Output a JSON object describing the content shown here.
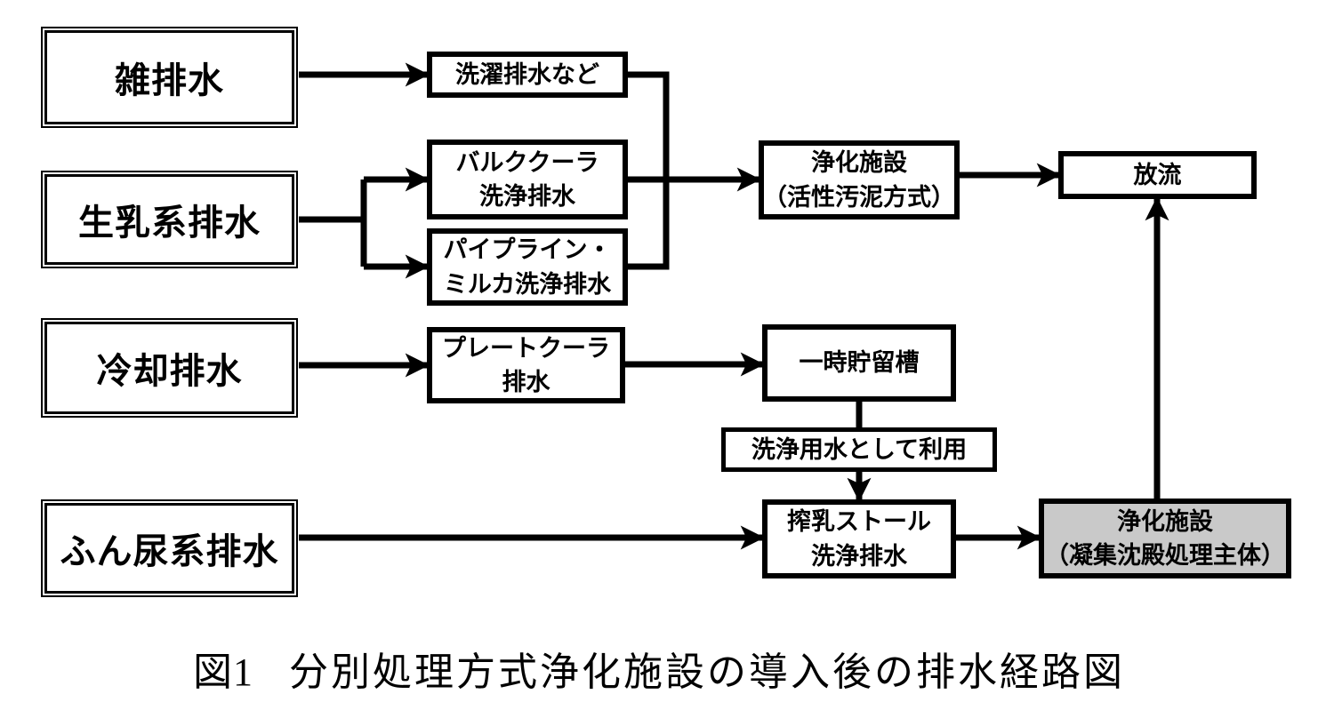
{
  "caption": {
    "prefix": "図1",
    "text": "分別処理方式浄化施設の導入後の排水経路図"
  },
  "colors": {
    "line": "#000000",
    "box_border": "#000000",
    "box_fill": "#ffffff",
    "highlight_fill": "#c9c9c9"
  },
  "nodes": {
    "misc": {
      "label": "雑排水"
    },
    "raw_milk": {
      "label": "生乳系排水"
    },
    "cooling": {
      "label": "冷却排水"
    },
    "manure": {
      "label": "ふん尿系排水"
    },
    "laundry": {
      "label": "洗濯排水など"
    },
    "bulk_cooler": {
      "line1": "バルククーラ",
      "line2": "洗浄排水"
    },
    "pipeline_milker": {
      "line1": "パイプライン・",
      "line2": "ミルカ洗浄排水"
    },
    "plate_cooler": {
      "line1": "プレートクーラ",
      "line2": "排水"
    },
    "purification_activated_sludge": {
      "line1": "浄化施設",
      "line2": "（活性汚泥方式）"
    },
    "discharge": {
      "label": "放流"
    },
    "storage_tank": {
      "label": "一時貯留槽"
    },
    "reuse": {
      "label": "洗浄用水として利用"
    },
    "milking_stall": {
      "line1": "搾乳ストール",
      "line2": "洗浄排水"
    },
    "purification_coagulation": {
      "line1": "浄化施設",
      "line2": "（凝集沈殿処理主体）"
    }
  },
  "edges": [
    {
      "from": "雑排水",
      "to": "洗濯排水など"
    },
    {
      "from": "生乳系排水",
      "to": "バルククーラ洗浄排水"
    },
    {
      "from": "生乳系排水",
      "to": "パイプライン・ミルカ洗浄排水"
    },
    {
      "from": "洗濯排水など",
      "to": "浄化施設（活性汚泥方式）"
    },
    {
      "from": "バルククーラ洗浄排水",
      "to": "浄化施設（活性汚泥方式）"
    },
    {
      "from": "パイプライン・ミルカ洗浄排水",
      "to": "浄化施設（活性汚泥方式）"
    },
    {
      "from": "浄化施設（活性汚泥方式）",
      "to": "放流"
    },
    {
      "from": "冷却排水",
      "to": "プレートクーラ排水"
    },
    {
      "from": "プレートクーラ排水",
      "to": "一時貯留槽"
    },
    {
      "from": "一時貯留槽",
      "to": "洗浄用水として利用"
    },
    {
      "from": "洗浄用水として利用",
      "to": "搾乳ストール洗浄排水"
    },
    {
      "from": "ふん尿系排水",
      "to": "搾乳ストール洗浄排水"
    },
    {
      "from": "搾乳ストール洗浄排水",
      "to": "浄化施設（凝集沈殿処理主体）"
    },
    {
      "from": "浄化施設（凝集沈殿処理主体）",
      "to": "放流"
    }
  ]
}
